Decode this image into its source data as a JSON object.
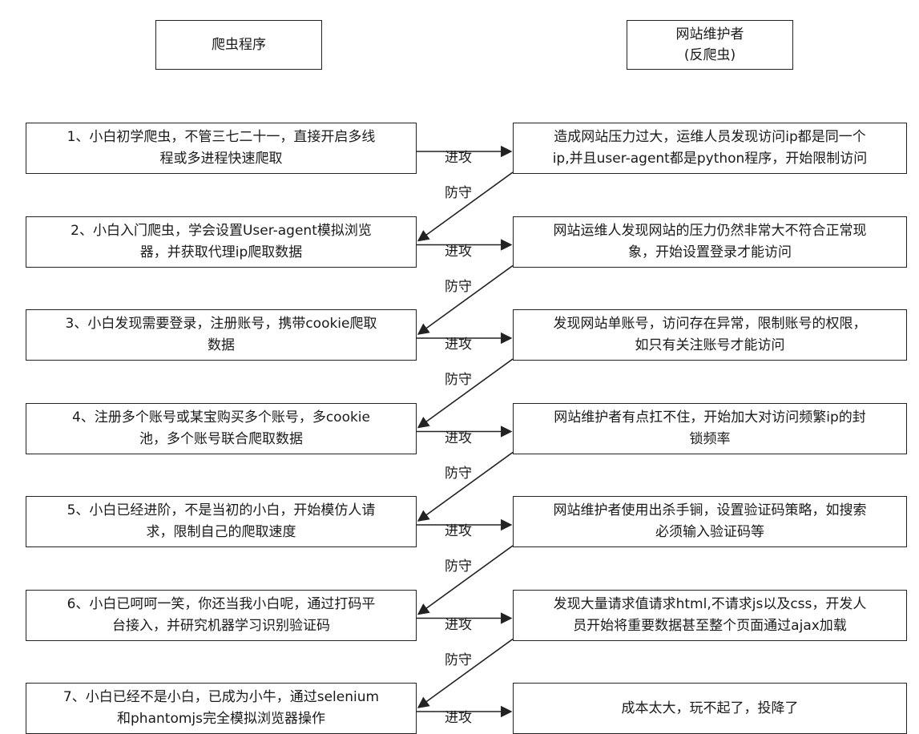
{
  "headers": {
    "left": "爬虫程序",
    "right_line1": "网站维护者",
    "right_line2": "(反爬虫)"
  },
  "rows": [
    {
      "left_lines": [
        "1、小白初学爬虫，不管三七二十一，直接开启多线",
        "程或多进程快速爬取"
      ],
      "right_lines": [
        "造成网站压力过大，运维人员发现访问ip都是同一个",
        "ip,并且user-agent都是python程序，开始限制访问"
      ],
      "attack": "进攻",
      "defend": "防守"
    },
    {
      "left_lines": [
        "2、小白入门爬虫，学会设置User-agent模拟浏览",
        "器，并获取代理ip爬取数据"
      ],
      "right_lines": [
        "网站运维人发现网站的压力仍然非常大不符合正常现",
        "象，开始设置登录才能访问"
      ],
      "attack": "进攻",
      "defend": "防守"
    },
    {
      "left_lines": [
        "3、小白发现需要登录，注册账号，携带cookie爬取",
        "数据"
      ],
      "right_lines": [
        "发现网站单账号，访问存在异常，限制账号的权限，",
        "如只有关注账号才能访问"
      ],
      "attack": "进攻",
      "defend": "防守"
    },
    {
      "left_lines": [
        "4、注册多个账号或某宝购买多个账号，多cookie",
        "池，多个账号联合爬取数据"
      ],
      "right_lines": [
        "网站维护者有点扛不住，开始加大对访问频繁ip的封",
        "锁频率"
      ],
      "attack": "进攻",
      "defend": "防守"
    },
    {
      "left_lines": [
        "5、小白已经进阶，不是当初的小白，开始模仿人请",
        "求，限制自己的爬取速度"
      ],
      "right_lines": [
        "网站维护者使用出杀手锏，设置验证码策略，如搜索",
        "必须输入验证码等"
      ],
      "attack": "进攻",
      "defend": "防守"
    },
    {
      "left_lines": [
        "6、小白已呵呵一笑，你还当我小白呢，通过打码平",
        "台接入，并研究机器学习识别验证码"
      ],
      "right_lines": [
        "发现大量请求值请求html,不请求js以及css，开发人",
        "员开始将重要数据甚至整个页面通过ajax加载"
      ],
      "attack": "进攻",
      "defend": "防守"
    },
    {
      "left_lines": [
        "7、小白已经不是小白，已成为小牛，通过selenium",
        "和phantomjs完全模拟浏览器操作"
      ],
      "right_lines": [
        "成本太大，玩不起了，投降了"
      ],
      "attack": "进攻"
    }
  ]
}
